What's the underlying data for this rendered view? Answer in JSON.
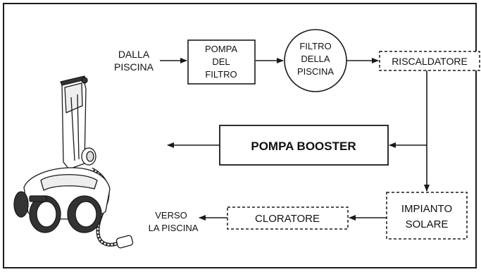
{
  "diagram": {
    "source_label": [
      "DALLA",
      "PISCINA"
    ],
    "filter_pump": [
      "POMPA",
      "DEL",
      "FILTRO"
    ],
    "pool_filter": [
      "FILTRO",
      "DELLA",
      "PISCINA"
    ],
    "heater": "RISCALDATORE",
    "booster_pump": "POMPA BOOSTER",
    "solar_system": [
      "IMPIANTO",
      "SOLARE"
    ],
    "chlorinator": "CLORATORE",
    "destination_label": [
      "VERSO",
      "LA PISCINA"
    ]
  },
  "colors": {
    "line": "#1a1a1a",
    "background": "#ffffff"
  },
  "icons": {
    "pool_cleaner": "pool-cleaner-robot-icon"
  }
}
